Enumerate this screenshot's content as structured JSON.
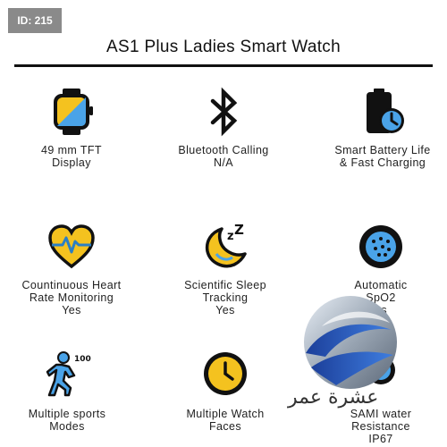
{
  "badge": {
    "text": "ID: 215"
  },
  "header": {
    "title": "AS1 Plus Ladies Smart Watch"
  },
  "colors": {
    "accent": "#f4c21f",
    "blue": "#4aa3e8",
    "dark": "#111111"
  },
  "features": [
    {
      "icon": "watch-icon",
      "lines": [
        "49 mm TFT",
        "Display"
      ]
    },
    {
      "icon": "bluetooth-icon",
      "lines": [
        "Bluetooth Calling",
        "N/A"
      ]
    },
    {
      "icon": "battery-clock-icon",
      "lines": [
        "Smart Battery Life",
        "& Fast Charging"
      ]
    },
    {
      "icon": "heart-rate-icon",
      "lines": [
        "Countinuous Heart",
        "Rate Monitoring",
        "Yes"
      ]
    },
    {
      "icon": "sleep-icon",
      "lines": [
        "Scientific Sleep",
        "Tracking",
        "Yes"
      ]
    },
    {
      "icon": "spo2-icon",
      "lines": [
        "Automatic",
        "SpO2",
        "es"
      ]
    },
    {
      "icon": "sports-icon",
      "icon_text": "100",
      "lines": [
        "Multiple sports",
        "Modes"
      ]
    },
    {
      "icon": "watch-face-icon",
      "lines": [
        "Multiple Watch",
        "Faces"
      ]
    },
    {
      "icon": "water-icon",
      "lines": [
        "SAMI water",
        "Resistance",
        "IP67"
      ]
    }
  ],
  "watermark": {
    "text": "عشرة عمر"
  }
}
